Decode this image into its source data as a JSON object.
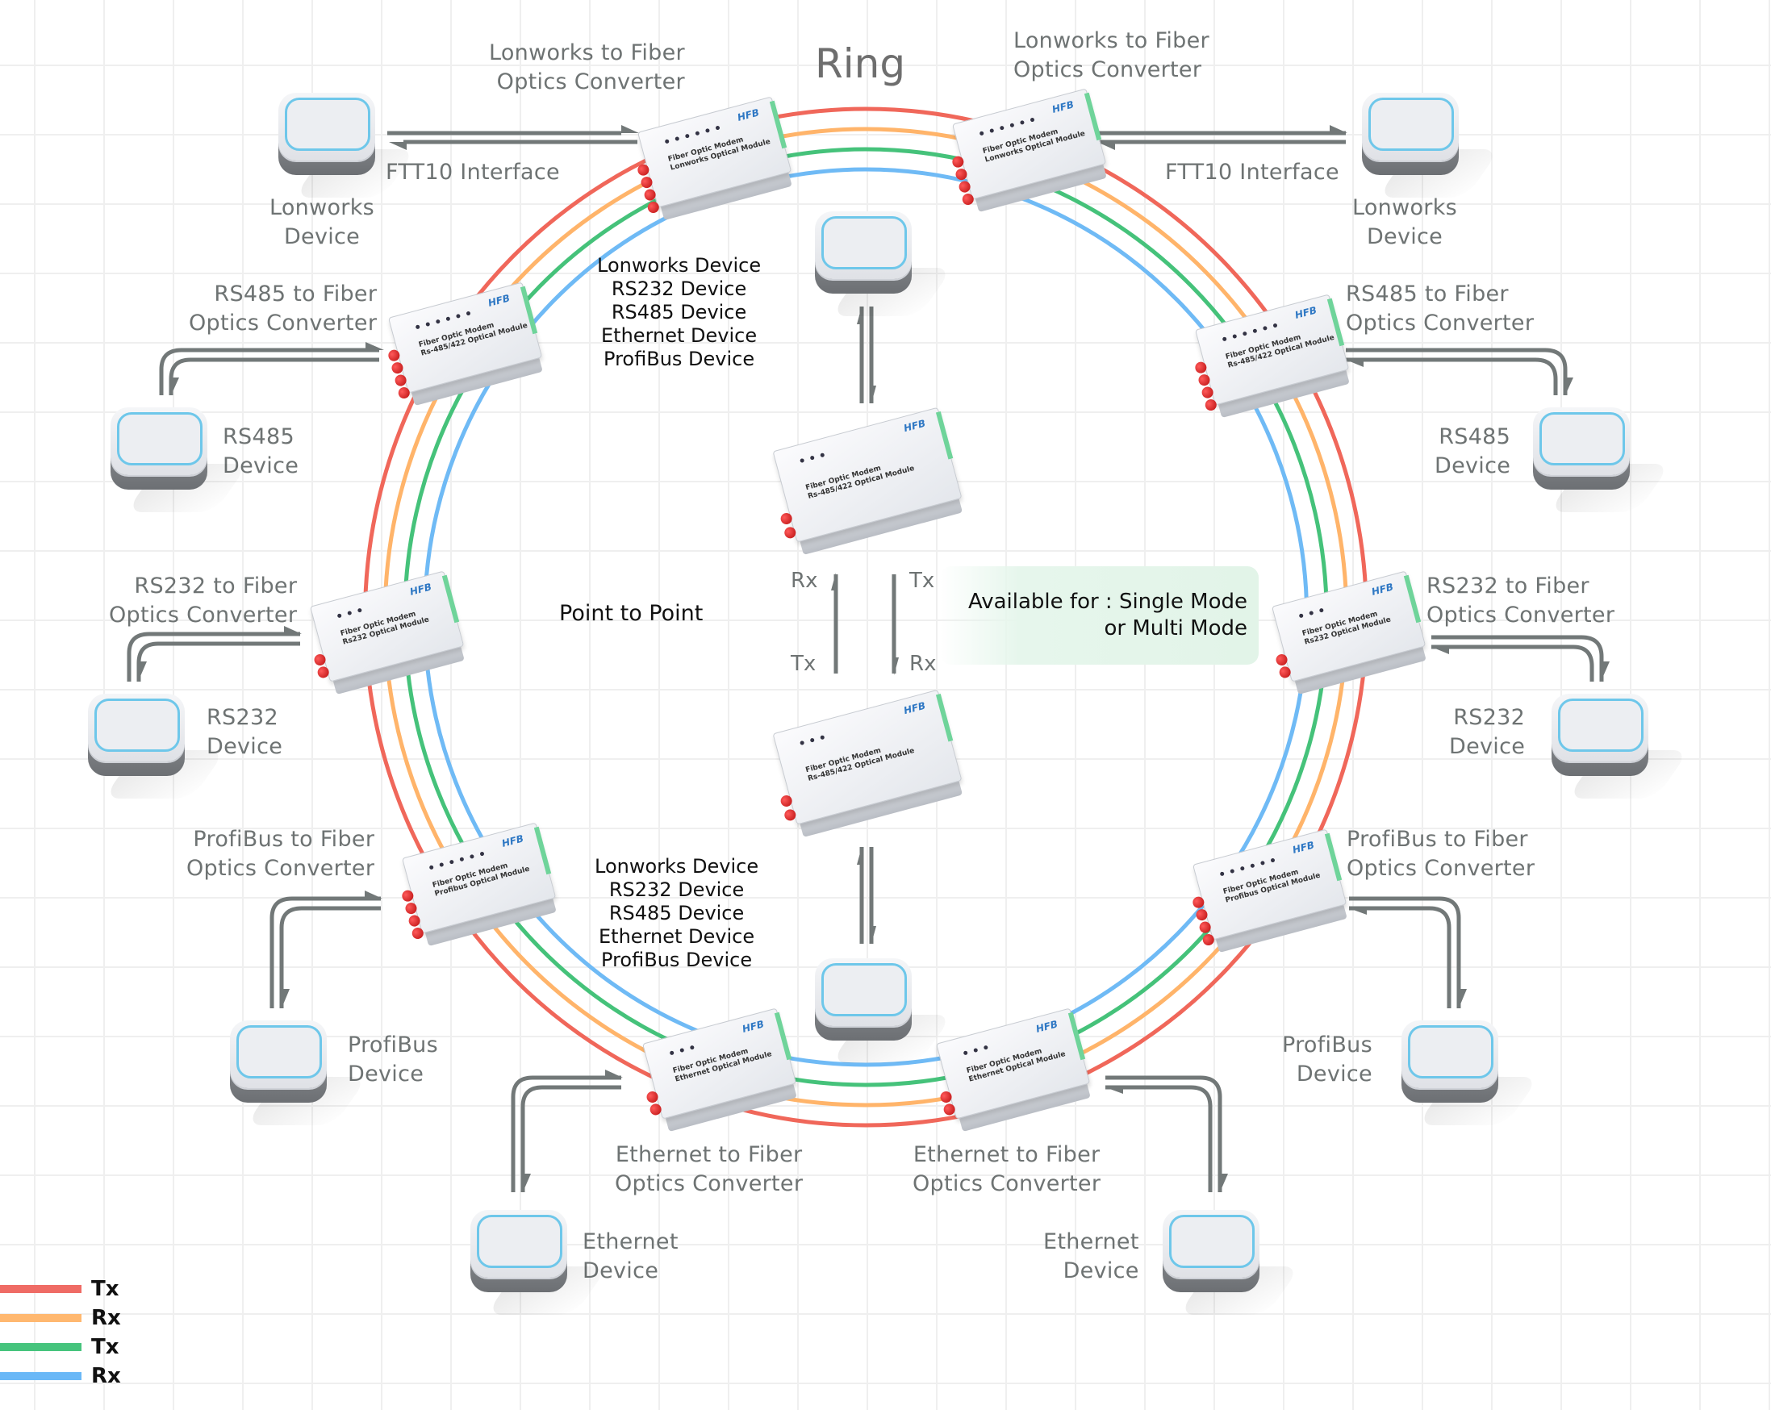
{
  "title": "Ring",
  "ring_colors": {
    "tx1": "#f0675a",
    "rx1": "#ffb46a",
    "tx2": "#45c27a",
    "rx2": "#6fbaf5"
  },
  "legend": [
    {
      "label": "Tx",
      "color": "#ef6b65"
    },
    {
      "label": "Rx",
      "color": "#ffb870"
    },
    {
      "label": "Tx",
      "color": "#46c47d"
    },
    {
      "label": "Rx",
      "color": "#6ab8f7"
    }
  ],
  "converters": {
    "lonworks_left": [
      "Lonworks to Fiber",
      "Optics Converter"
    ],
    "lonworks_right": [
      "Lonworks to Fiber",
      "Optics Converter"
    ],
    "rs485_left": [
      "RS485 to Fiber",
      "Optics Converter"
    ],
    "rs485_right": [
      "RS485 to Fiber",
      "Optics Converter"
    ],
    "rs232_left": [
      "RS232 to Fiber",
      "Optics Converter"
    ],
    "rs232_right": [
      "RS232 to Fiber",
      "Optics Converter"
    ],
    "profibus_left": [
      "ProfiBus to Fiber",
      "Optics Converter"
    ],
    "profibus_right": [
      "ProfiBus to Fiber",
      "Optics Converter"
    ],
    "ethernet_left": [
      "Ethernet to Fiber",
      "Optics Converter"
    ],
    "ethernet_right": [
      "Ethernet to Fiber",
      "Optics Converter"
    ]
  },
  "devices": {
    "lonworks_left": [
      "Lonworks",
      "Device"
    ],
    "lonworks_right": [
      "Lonworks",
      "Device"
    ],
    "rs485_left": [
      "RS485",
      "Device"
    ],
    "rs485_right": [
      "RS485",
      "Device"
    ],
    "rs232_left": [
      "RS232",
      "Device"
    ],
    "rs232_right": [
      "RS232",
      "Device"
    ],
    "profibus_left": [
      "ProfiBus",
      "Device"
    ],
    "profibus_right": [
      "ProfiBus",
      "Device"
    ],
    "ethernet_left": [
      "Ethernet",
      "Device"
    ],
    "ethernet_right": [
      "Ethernet",
      "Device"
    ]
  },
  "interfaces": {
    "ftt10_left": "FTT10 Interface",
    "ftt10_right": "FTT10 Interface"
  },
  "module_labels": {
    "brand": "HFB",
    "lonworks": [
      "Fiber Optic Modem",
      "Lonworks Optical Module"
    ],
    "rs485": [
      "Fiber Optic Modem",
      "Rs-485/422 Optical Module"
    ],
    "rs232": [
      "Fiber Optic Modem",
      "Rs232 Optical Module"
    ],
    "profibus": [
      "Fiber Optic Modem",
      "Profibus Optical Module"
    ],
    "ethernet": [
      "Fiber Optic Modem",
      "Ethernet Optical Module"
    ]
  },
  "device_list_top": [
    "Lonworks Device",
    "RS232 Device",
    "RS485 Device",
    "Ethernet Device",
    "ProfiBus Device"
  ],
  "device_list_bottom": [
    "Lonworks Device",
    "RS232 Device",
    "RS485 Device",
    "Ethernet Device",
    "ProfiBus Device"
  ],
  "point_to_point": {
    "label": "Point to Point",
    "rx_left": "Rx",
    "tx_left": "Tx",
    "tx_right": "Tx",
    "rx_right": "Rx"
  },
  "mode_note": [
    "Available for : Single Mode",
    "or Multi Mode"
  ]
}
